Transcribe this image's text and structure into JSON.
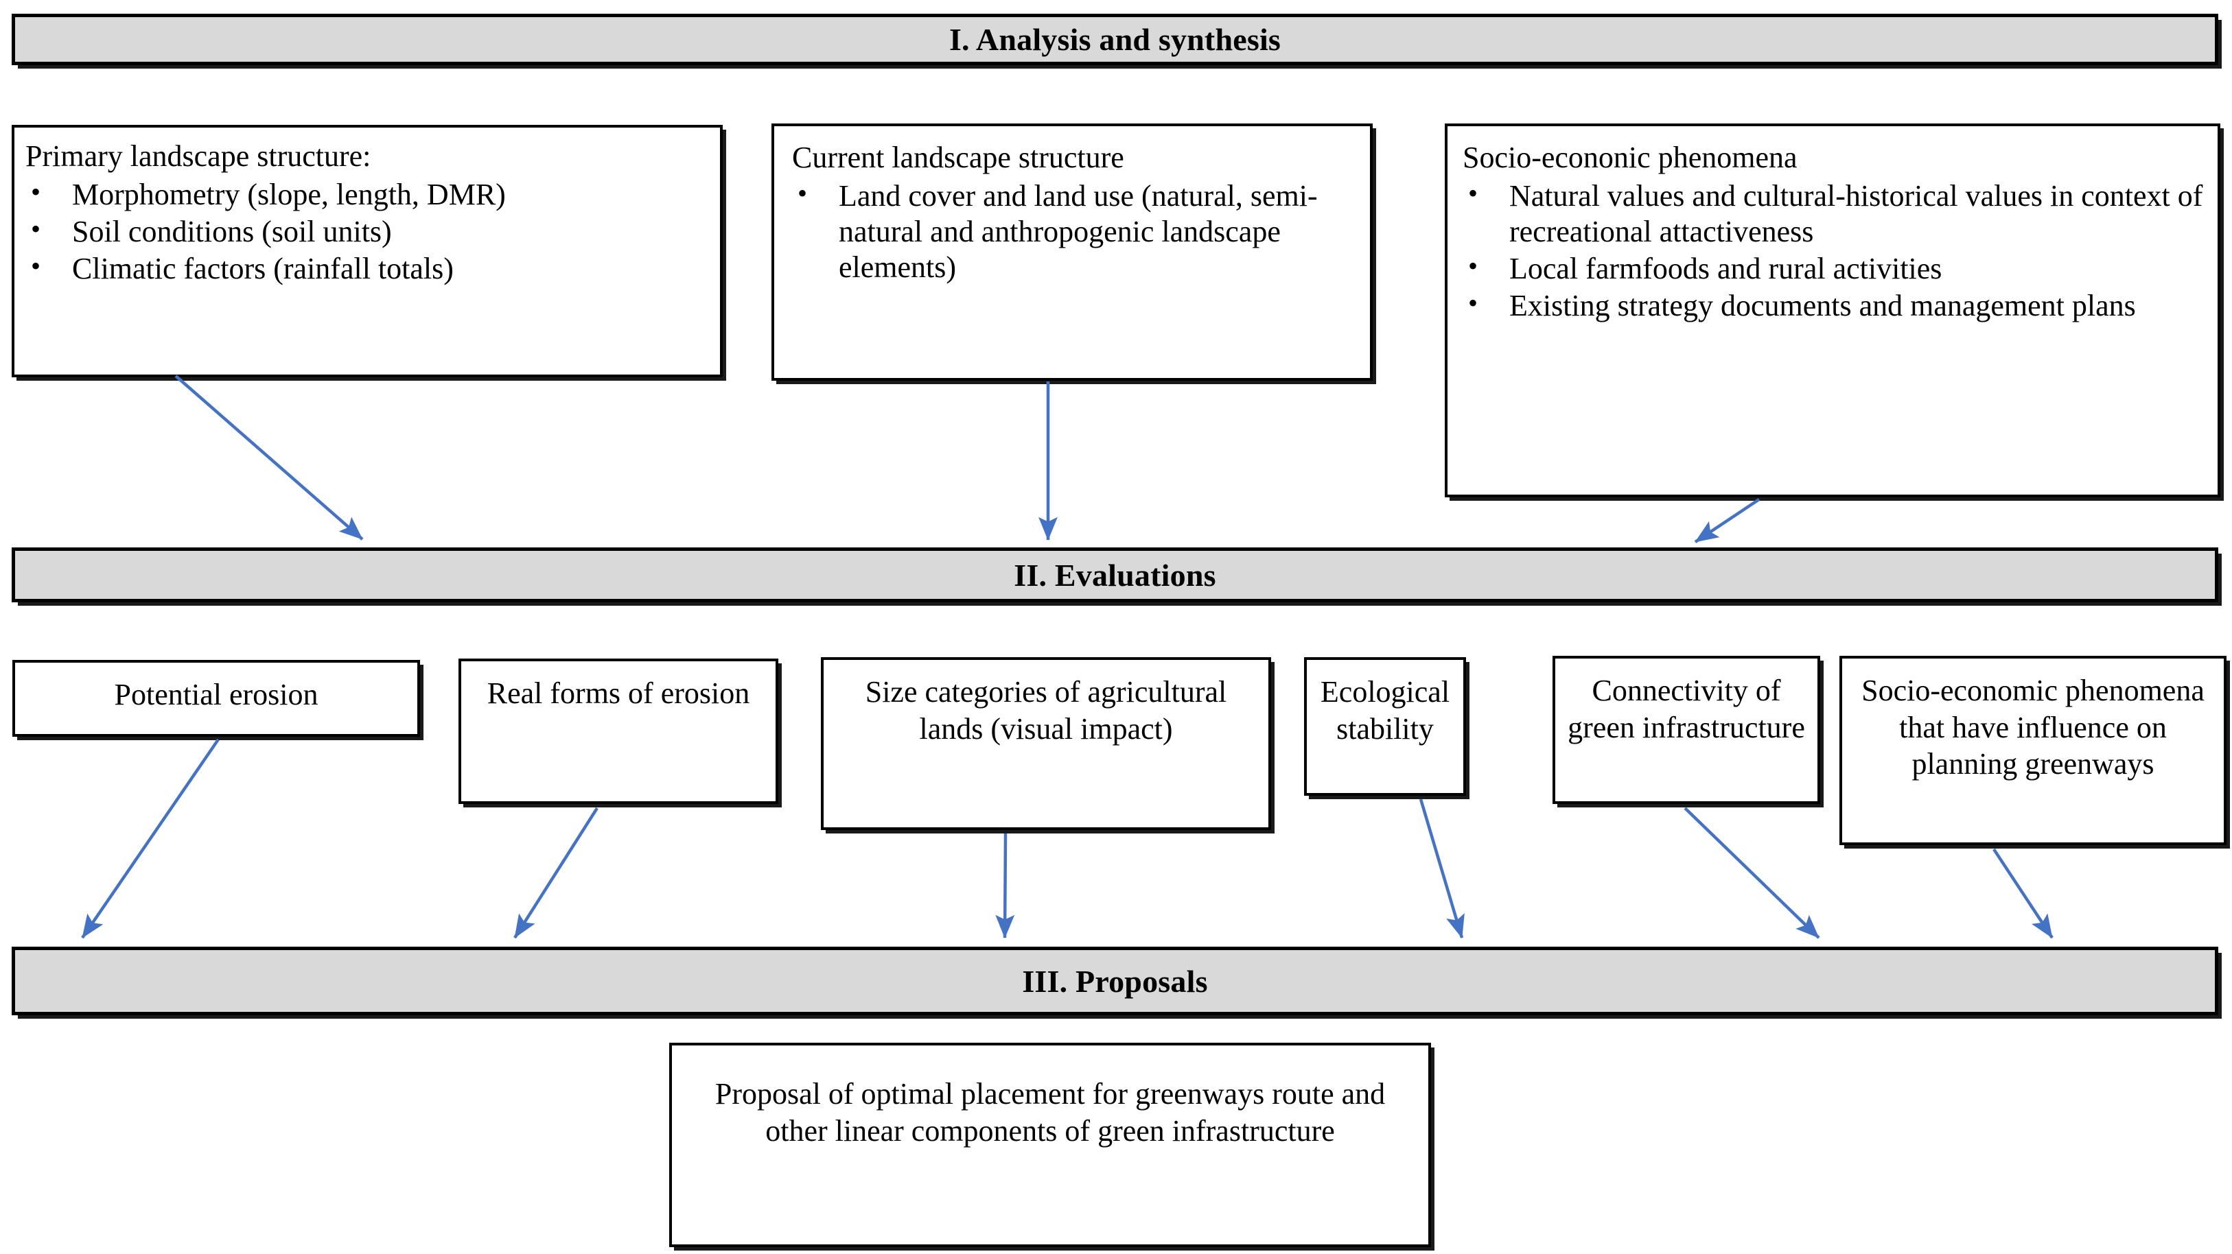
{
  "colors": {
    "band_fill": "#d9d9d9",
    "border": "#000000",
    "arrow": "#4472c4",
    "page_background": "#ffffff"
  },
  "bands": [
    {
      "id": "band-1",
      "label": "I. Analysis and synthesis"
    },
    {
      "id": "band-2",
      "label": "II. Evaluations"
    },
    {
      "id": "band-3",
      "label": "III. Proposals"
    }
  ],
  "analysis_boxes": [
    {
      "id": "primary-landscape-structure",
      "heading": "Primary landscape structure:",
      "bullets": [
        "Morphometry (slope, length, DMR)",
        "Soil  conditions (soil units)",
        "Climatic  factors (rainfall  totals)"
      ]
    },
    {
      "id": "current-landscape-structure",
      "heading": "Current  landscape  structure",
      "bullets": [
        "Land cover and land use (natural, semi-natural and anthropogenic landscape elements)"
      ]
    },
    {
      "id": "socio-economic-phenomena",
      "heading": "Socio-econonic phenomena",
      "bullets": [
        "Natural values and cultural-historical values in context of recreational attactiveness",
        "Local farmfoods and rural  activities",
        "Existing  strategy documents  and management  plans"
      ]
    }
  ],
  "evaluation_boxes": [
    {
      "id": "potential-erosion",
      "label": "Potential erosion"
    },
    {
      "id": "real-forms-of-erosion",
      "label": "Real forms of erosion"
    },
    {
      "id": "size-categories",
      "label": "Size categories of agricultural lands (visual  impact)"
    },
    {
      "id": "ecological-stability",
      "label": "Ecological stability"
    },
    {
      "id": "connectivity-green-infra",
      "label": "Connectivity of green infrastructure"
    },
    {
      "id": "socio-economic-influence",
      "label": "Socio-economic phenomena that have influence on planning  greenways"
    }
  ],
  "proposal_box": {
    "id": "optimal-placement-proposal",
    "label": "Proposal of optimal placement  for greenways  route and other linear components of  green infrastructure"
  }
}
